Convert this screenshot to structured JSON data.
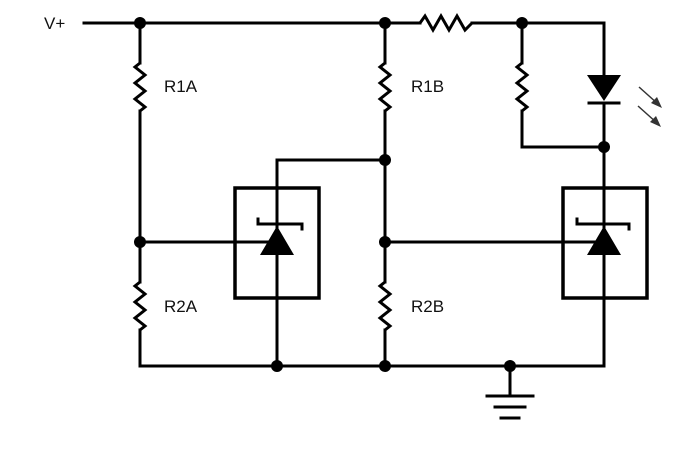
{
  "diagram": {
    "type": "circuit-schematic",
    "supply_label": "V+",
    "resistors": {
      "r1a": "R1A",
      "r1b": "R1B",
      "r2a": "R2A",
      "r2b": "R2B",
      "series_top": "",
      "parallel_led": ""
    },
    "components": [
      {
        "id": "shunt_a",
        "kind": "adjustable-shunt-regulator"
      },
      {
        "id": "shunt_b",
        "kind": "adjustable-shunt-regulator"
      },
      {
        "id": "led",
        "kind": "light-emitting-diode"
      },
      {
        "id": "gnd",
        "kind": "ground"
      }
    ],
    "colors": {
      "line": "#000000",
      "background": "#ffffff"
    }
  }
}
